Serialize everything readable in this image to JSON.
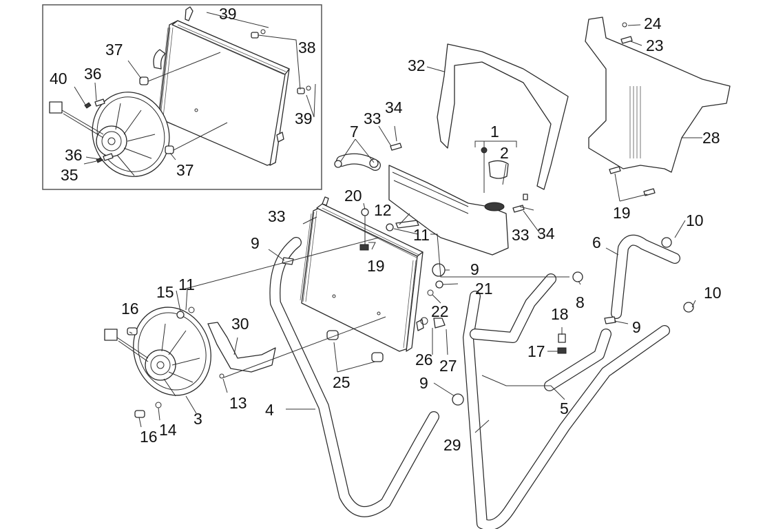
{
  "diagram": {
    "title": "Cooling system exploded parts diagram",
    "labels": [
      {
        "id": "inset-39-top",
        "text": "39"
      },
      {
        "id": "inset-38",
        "text": "38"
      },
      {
        "id": "inset-39-right",
        "text": "39"
      },
      {
        "id": "inset-37-top",
        "text": "37"
      },
      {
        "id": "inset-37-bottom",
        "text": "37"
      },
      {
        "id": "inset-40",
        "text": "40"
      },
      {
        "id": "inset-36-top",
        "text": "36"
      },
      {
        "id": "inset-36-bottom",
        "text": "36"
      },
      {
        "id": "inset-35",
        "text": "35"
      },
      {
        "id": "p32",
        "text": "32"
      },
      {
        "id": "p34-left",
        "text": "34"
      },
      {
        "id": "p33-left",
        "text": "33"
      },
      {
        "id": "p7",
        "text": "7"
      },
      {
        "id": "p1",
        "text": "1"
      },
      {
        "id": "p2",
        "text": "2"
      },
      {
        "id": "p20",
        "text": "20"
      },
      {
        "id": "p12",
        "text": "12"
      },
      {
        "id": "p11-top",
        "text": "11"
      },
      {
        "id": "p33-right",
        "text": "33"
      },
      {
        "id": "p34-right",
        "text": "34"
      },
      {
        "id": "p24",
        "text": "24"
      },
      {
        "id": "p23",
        "text": "23"
      },
      {
        "id": "p28",
        "text": "28"
      },
      {
        "id": "p19-right",
        "text": "19"
      },
      {
        "id": "p10-top",
        "text": "10"
      },
      {
        "id": "p6",
        "text": "6"
      },
      {
        "id": "p33-mid",
        "text": "33"
      },
      {
        "id": "p9-left",
        "text": "9"
      },
      {
        "id": "p19-mid",
        "text": "19"
      },
      {
        "id": "p9-mid",
        "text": "9"
      },
      {
        "id": "p21",
        "text": "21"
      },
      {
        "id": "p8",
        "text": "8"
      },
      {
        "id": "p22",
        "text": "22"
      },
      {
        "id": "p10-right",
        "text": "10"
      },
      {
        "id": "p9-right",
        "text": "9"
      },
      {
        "id": "p18",
        "text": "18"
      },
      {
        "id": "p17",
        "text": "17"
      },
      {
        "id": "p26",
        "text": "26"
      },
      {
        "id": "p27",
        "text": "27"
      },
      {
        "id": "p25",
        "text": "25"
      },
      {
        "id": "p15",
        "text": "15"
      },
      {
        "id": "p11-left",
        "text": "11"
      },
      {
        "id": "p16-top",
        "text": "16"
      },
      {
        "id": "p30",
        "text": "30"
      },
      {
        "id": "p13",
        "text": "13"
      },
      {
        "id": "p3",
        "text": "3"
      },
      {
        "id": "p14",
        "text": "14"
      },
      {
        "id": "p16-bottom",
        "text": "16"
      },
      {
        "id": "p4",
        "text": "4"
      },
      {
        "id": "p9-bottom",
        "text": "9"
      },
      {
        "id": "p5",
        "text": "5"
      },
      {
        "id": "p29",
        "text": "29"
      }
    ]
  }
}
